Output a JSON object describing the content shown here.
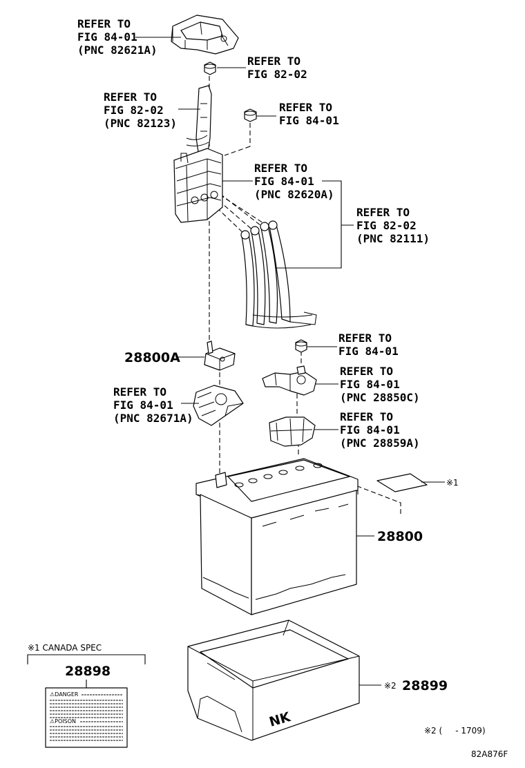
{
  "labels": {
    "terminal_cover_top": [
      "REFER TO",
      "FIG 84-01",
      "(PNC 82621A)"
    ],
    "top_nut": [
      "REFER TO",
      "FIG 82-02"
    ],
    "wire_upper": [
      "REFER TO",
      "FIG 82-02",
      "(PNC 82123)"
    ],
    "upper_right_nut": [
      "REFER TO",
      "FIG 84-01"
    ],
    "fusible_block": [
      "REFER TO",
      "FIG 84-01",
      "(PNC 82620A)"
    ],
    "cable_wires": [
      "REFER TO",
      "FIG 82-02",
      "(PNC 82111)"
    ],
    "clamp_nut": [
      "REFER TO",
      "FIG 84-01"
    ],
    "terminal_clamp": [
      "REFER TO",
      "FIG 84-01",
      "(PNC 28850C)"
    ],
    "terminal_cover_left": [
      "REFER TO",
      "FIG 84-01",
      "(PNC 82671A)"
    ],
    "terminal_cover_right": [
      "REFER TO",
      "FIG 84-01",
      "(PNC 28859A)"
    ]
  },
  "parts": {
    "clamp": "28800A",
    "battery": "28800",
    "tray": "28899",
    "tray_mark": "※2",
    "label_mark": "※1",
    "canada_label": "28898"
  },
  "notes": {
    "canada_spec": "※1 CANADA SPEC",
    "tray_note": "※2 (     - 1709)",
    "figure_code": "82A876F"
  },
  "warning_label": {
    "danger": "⚠DANGER",
    "poison": "⚠POISON"
  },
  "tray_logo": "NK"
}
